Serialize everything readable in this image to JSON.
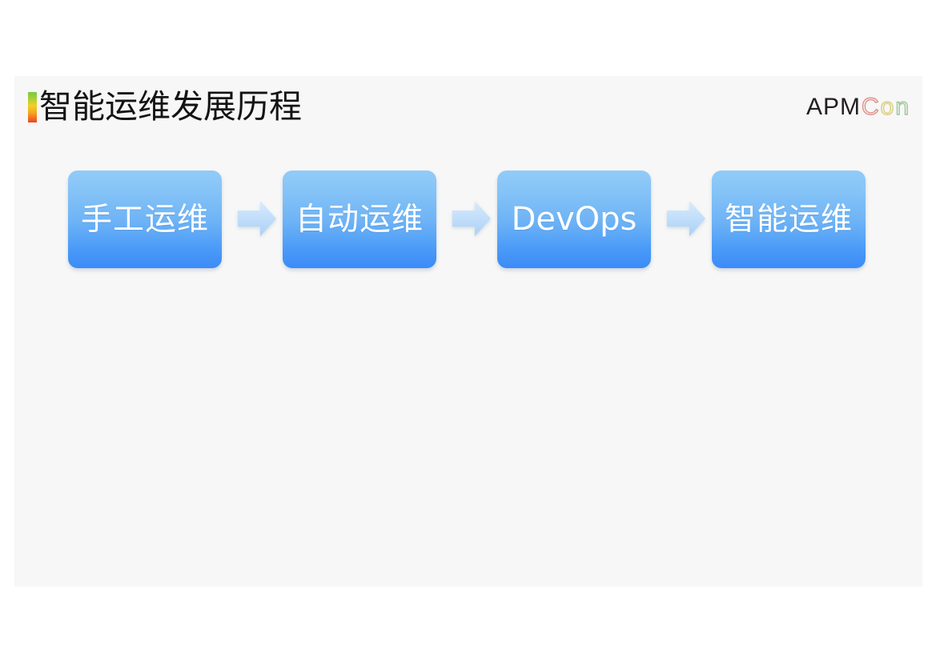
{
  "slide": {
    "title": "智能运维发展历程",
    "background_color": "#f7f7f7",
    "title_marker_colors": [
      "#7ac943",
      "#f2d022",
      "#ee4422"
    ]
  },
  "logo": {
    "part_dark": "APM",
    "letter_c": "C",
    "letter_o": "o",
    "letter_n": "n",
    "color_c": "#e0918a",
    "color_o": "#d9cf7a",
    "color_n": "#9fc79a",
    "color_dark": "#231f20"
  },
  "flow": {
    "accent_top": "#91cbf8",
    "accent_bottom": "#3b8bf8",
    "arrow_color": "#bfddf9",
    "stages": [
      {
        "label": "手工运维",
        "script": "cjk"
      },
      {
        "label": "自动运维",
        "script": "cjk"
      },
      {
        "label": "DevOps",
        "script": "latin"
      },
      {
        "label": "智能运维",
        "script": "cjk"
      }
    ],
    "arrows": [
      {
        "name": "arrow-1"
      },
      {
        "name": "arrow-2"
      },
      {
        "name": "arrow-3"
      }
    ]
  }
}
